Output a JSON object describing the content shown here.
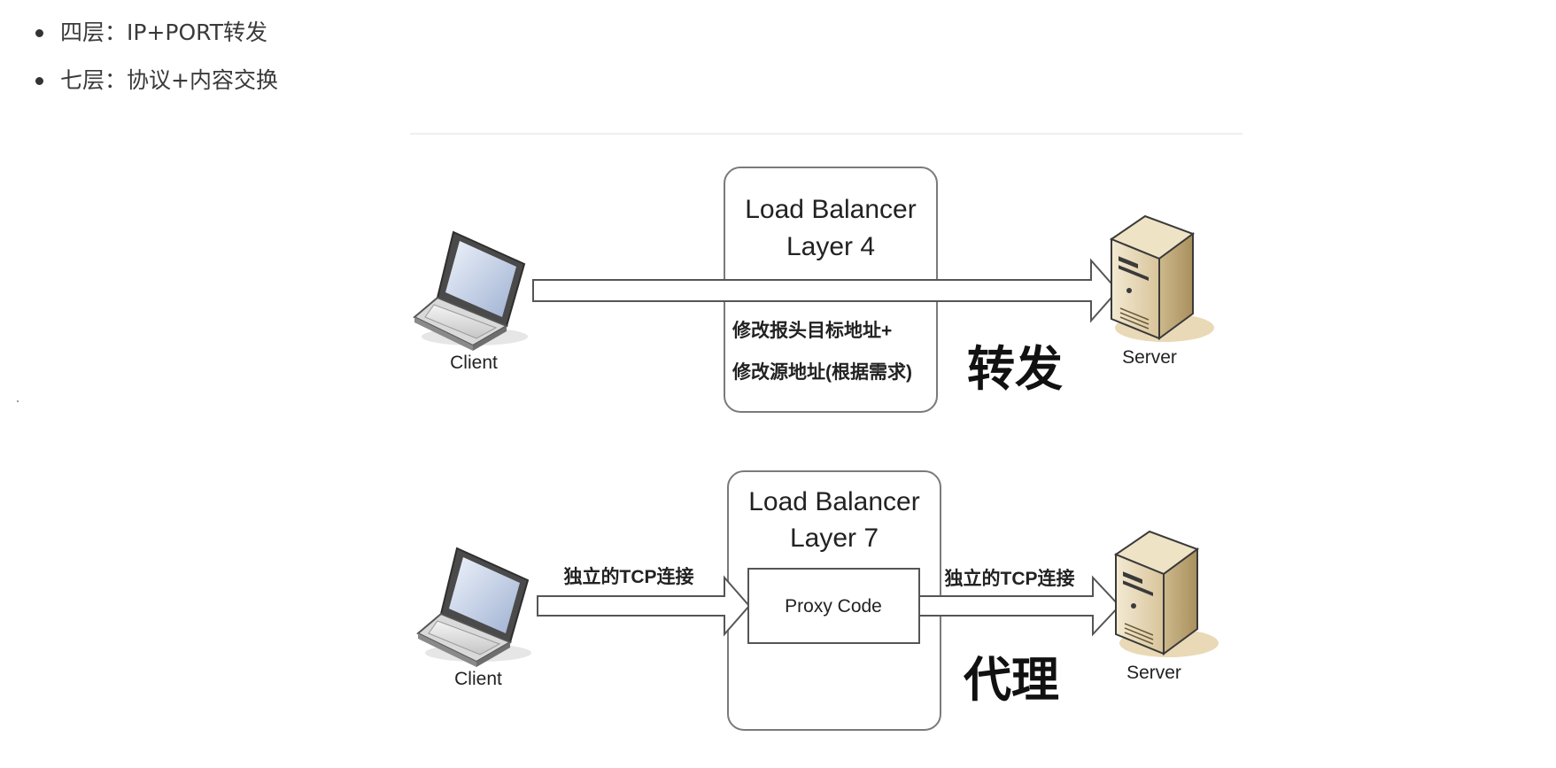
{
  "bullets": [
    {
      "text": "四层：IP+PORT转发"
    },
    {
      "text": "七层：协议+内容交换"
    }
  ],
  "diagram_l4": {
    "lb_title_line1": "Load Balancer",
    "lb_title_line2": "Layer 4",
    "note_line1": "修改报头目标地址+",
    "note_line2": "修改源地址(根据需求)",
    "big_label": "转发",
    "client_label": "Client",
    "server_label": "Server"
  },
  "diagram_l7": {
    "lb_title_line1": "Load Balancer",
    "lb_title_line2": "Layer 7",
    "proxy_label": "Proxy Code",
    "left_conn_label": "独立的TCP连接",
    "right_conn_label": "独立的TCP连接",
    "big_label": "代理",
    "client_label": "Client",
    "server_label": "Server"
  },
  "icons": {
    "laptop": "laptop-icon",
    "server": "server-tower-icon",
    "bullet": "bullet-dot-icon"
  },
  "colors": {
    "text": "#333333",
    "box_stroke": "#7a7a7a",
    "laptop_body": "#d9d9d9",
    "laptop_screen": "#a9b9d6",
    "server_body": "#d8c7a0",
    "server_shadow": "#c9b27a"
  }
}
